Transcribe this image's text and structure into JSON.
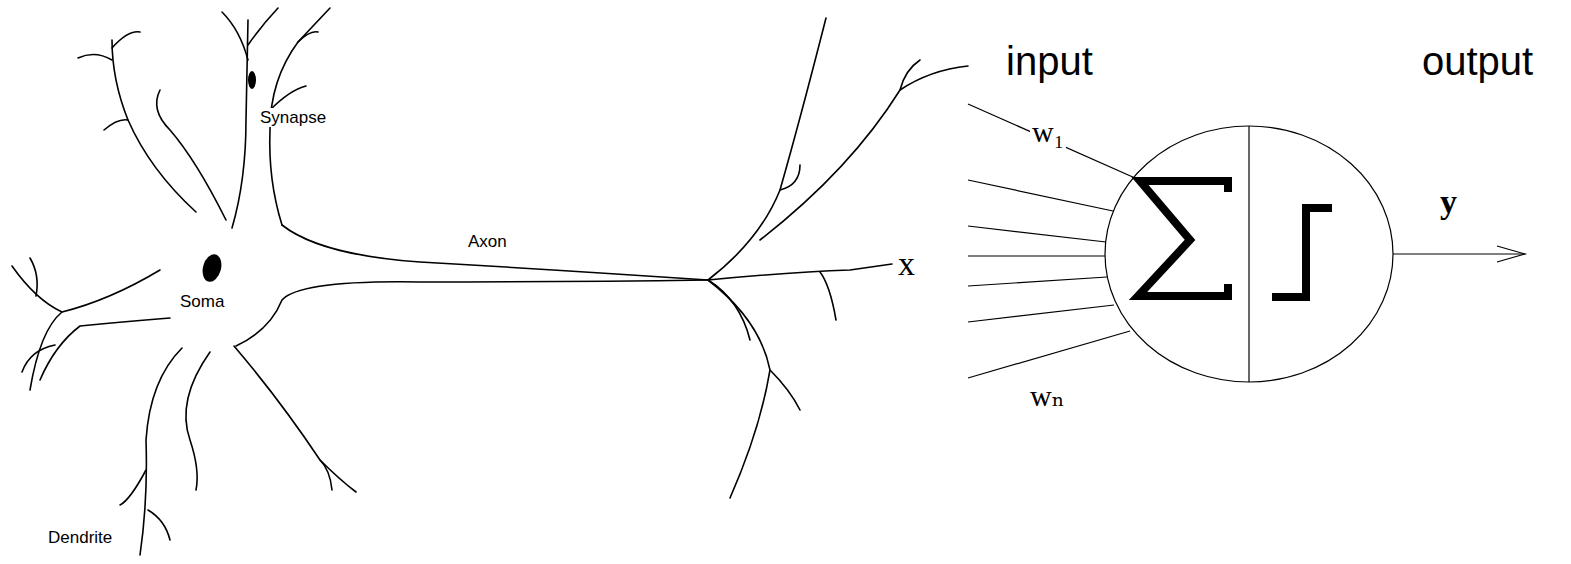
{
  "diagram": {
    "labels": [
      "Synapse",
      "Soma",
      "Axon",
      "Dendrite",
      "x",
      "input",
      "output",
      "w₁",
      "wₙ",
      "y"
    ]
  }
}
